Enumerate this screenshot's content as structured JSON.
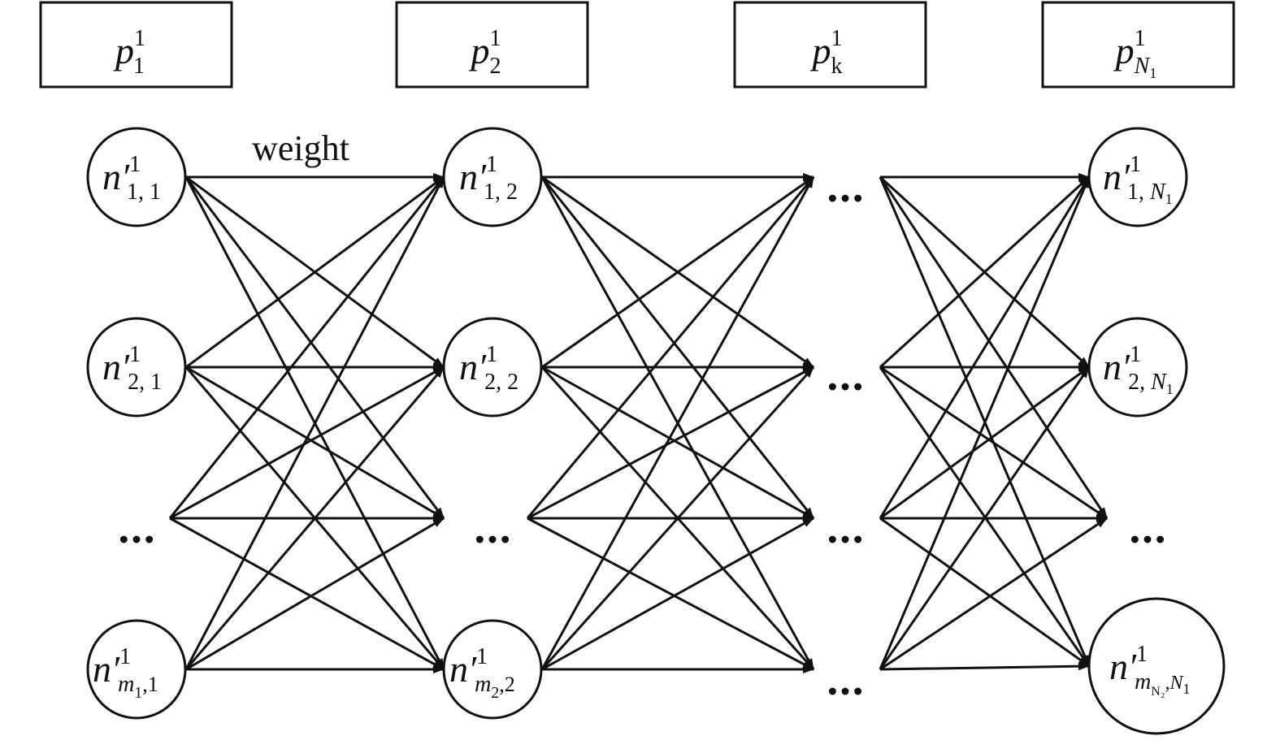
{
  "headers": [
    {
      "base": "p",
      "sup": "1",
      "sub": "1"
    },
    {
      "base": "p",
      "sup": "1",
      "sub": "2"
    },
    {
      "base": "p",
      "sup": "1",
      "sub": "k"
    },
    {
      "base": "p",
      "sup": "1",
      "sub": "N",
      "subsub": "1"
    }
  ],
  "weight_label": "weight",
  "ellipsis": "…",
  "nodes": [
    {
      "base": "n′",
      "sup": "1",
      "sub": "1, 1"
    },
    {
      "base": "n′",
      "sup": "1",
      "sub": "2, 1"
    },
    {
      "base": "n′",
      "sup": "1",
      "sub": "m",
      "subsub": "1",
      "subtail": ",1"
    },
    {
      "base": "n′",
      "sup": "1",
      "sub": "1, 2"
    },
    {
      "base": "n′",
      "sup": "1",
      "sub": "2, 2"
    },
    {
      "base": "n′",
      "sup": "1",
      "sub": "m",
      "subsub": "2",
      "subtail": ",2"
    },
    {
      "base": "n′",
      "sup": "1",
      "sub": "1, ",
      "subtail": "N",
      "subsub2": "1"
    },
    {
      "base": "n′",
      "sup": "1",
      "sub": "2, ",
      "subtail": "N",
      "subsub2": "1"
    },
    {
      "base": "n′",
      "sup": "1",
      "sub": "m",
      "subsub": "N₂",
      "subtail": ",N",
      "subsub2": "1"
    }
  ]
}
